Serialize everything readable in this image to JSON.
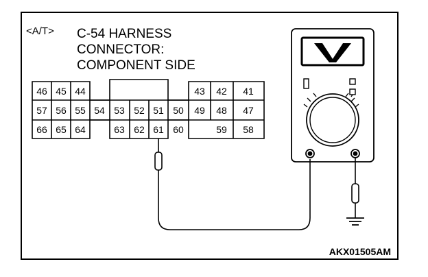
{
  "title": {
    "prefix": "<A/T>",
    "line1": "C-54  HARNESS",
    "line2": "CONNECTOR:",
    "line3": "COMPONENT SIDE"
  },
  "connector": {
    "row1_left": [
      "46",
      "45",
      "44"
    ],
    "row1_right": [
      "43",
      "42",
      "41"
    ],
    "row2": [
      "57",
      "56",
      "55",
      "54",
      "53",
      "52",
      "51",
      "50",
      "49",
      "48",
      "47"
    ],
    "row3_left": [
      "66",
      "65",
      "64"
    ],
    "row3_mid": [
      "63",
      "62",
      "61",
      "60"
    ],
    "row3_right": [
      "59",
      "58"
    ]
  },
  "meter": {
    "display": "V",
    "display_icon": "voltmeter-v-symbol"
  },
  "ground_icon": "ground-symbol",
  "probe_icon": "test-probe",
  "figure_code": "AKX01505AM"
}
